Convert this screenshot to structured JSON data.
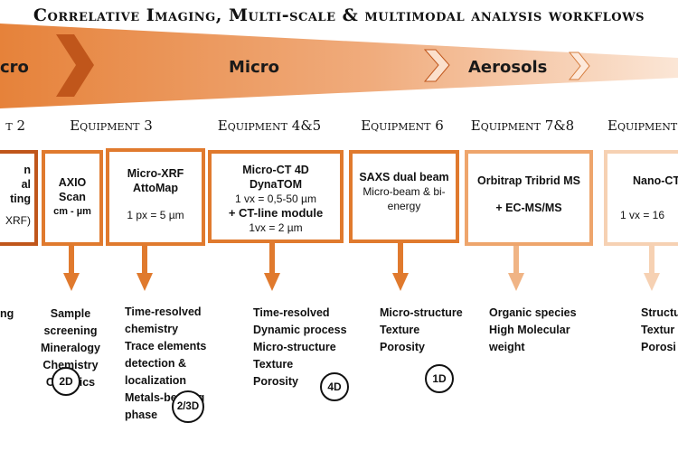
{
  "title": "Correlative Imaging, Multi-scale & multimodal analysis workflows",
  "bands": {
    "left": "cro",
    "middle": "Micro",
    "right": "Aerosols"
  },
  "colors": {
    "orange": "#e07a2e",
    "dark_orange": "#c0561b",
    "light_orange": "#f4c9a6"
  },
  "equipment_headings": [
    "t 2",
    "Equipment 3",
    "Equipment 4&5",
    "Equipment 6",
    "Equipment 7&8",
    "Equipment"
  ],
  "boxes": {
    "partial": {
      "l1": "n",
      "l2": "al",
      "l3": "ting",
      "l4": "XRF)"
    },
    "axio": {
      "l1": "AXIO",
      "l2": "Scan",
      "l3": "cm - µm"
    },
    "microxrf": {
      "l1": "Micro-XRF",
      "l2": "AttoMap",
      "l3": "1 px = 5 µm"
    },
    "microct": {
      "l1": "Micro-CT 4D",
      "l2": "DynaTOM",
      "l3": "1 vx = 0,5-50 µm",
      "l4": "+ CT-line module",
      "l5": "1vx = 2 µm"
    },
    "saxs": {
      "l1": "SAXS dual beam",
      "l2": "Micro-beam & bi-",
      "l3": "energy"
    },
    "orbitrap": {
      "l1": "Orbitrap Tribrid MS",
      "l2": "+ EC-MS/MS"
    },
    "nanoct": {
      "l1": "Nano-CT",
      "l2": "1 vx = 16"
    }
  },
  "descriptions": {
    "col1": [
      "ng"
    ],
    "col2": [
      "Sample",
      "screening",
      "Mineralogy",
      "Chemistry",
      "Organics"
    ],
    "col3": [
      "Time-resolved",
      "chemistry",
      "Trace elements",
      "detection &",
      "localization",
      "Metals-bearing",
      "phase"
    ],
    "col4": [
      "Time-resolved",
      "Dynamic process",
      "Micro-structure",
      "Texture",
      "Porosity"
    ],
    "col5": [
      "Micro-structure",
      "Texture",
      "Porosity"
    ],
    "col6": [
      "Organic species",
      "High Molecular",
      "weight"
    ],
    "col7": [
      "Structu",
      "Textur",
      "Porosi"
    ]
  },
  "dims": {
    "d2d": "2D",
    "d23d": "2/3D",
    "d4d": "4D",
    "d1d": "1D"
  }
}
